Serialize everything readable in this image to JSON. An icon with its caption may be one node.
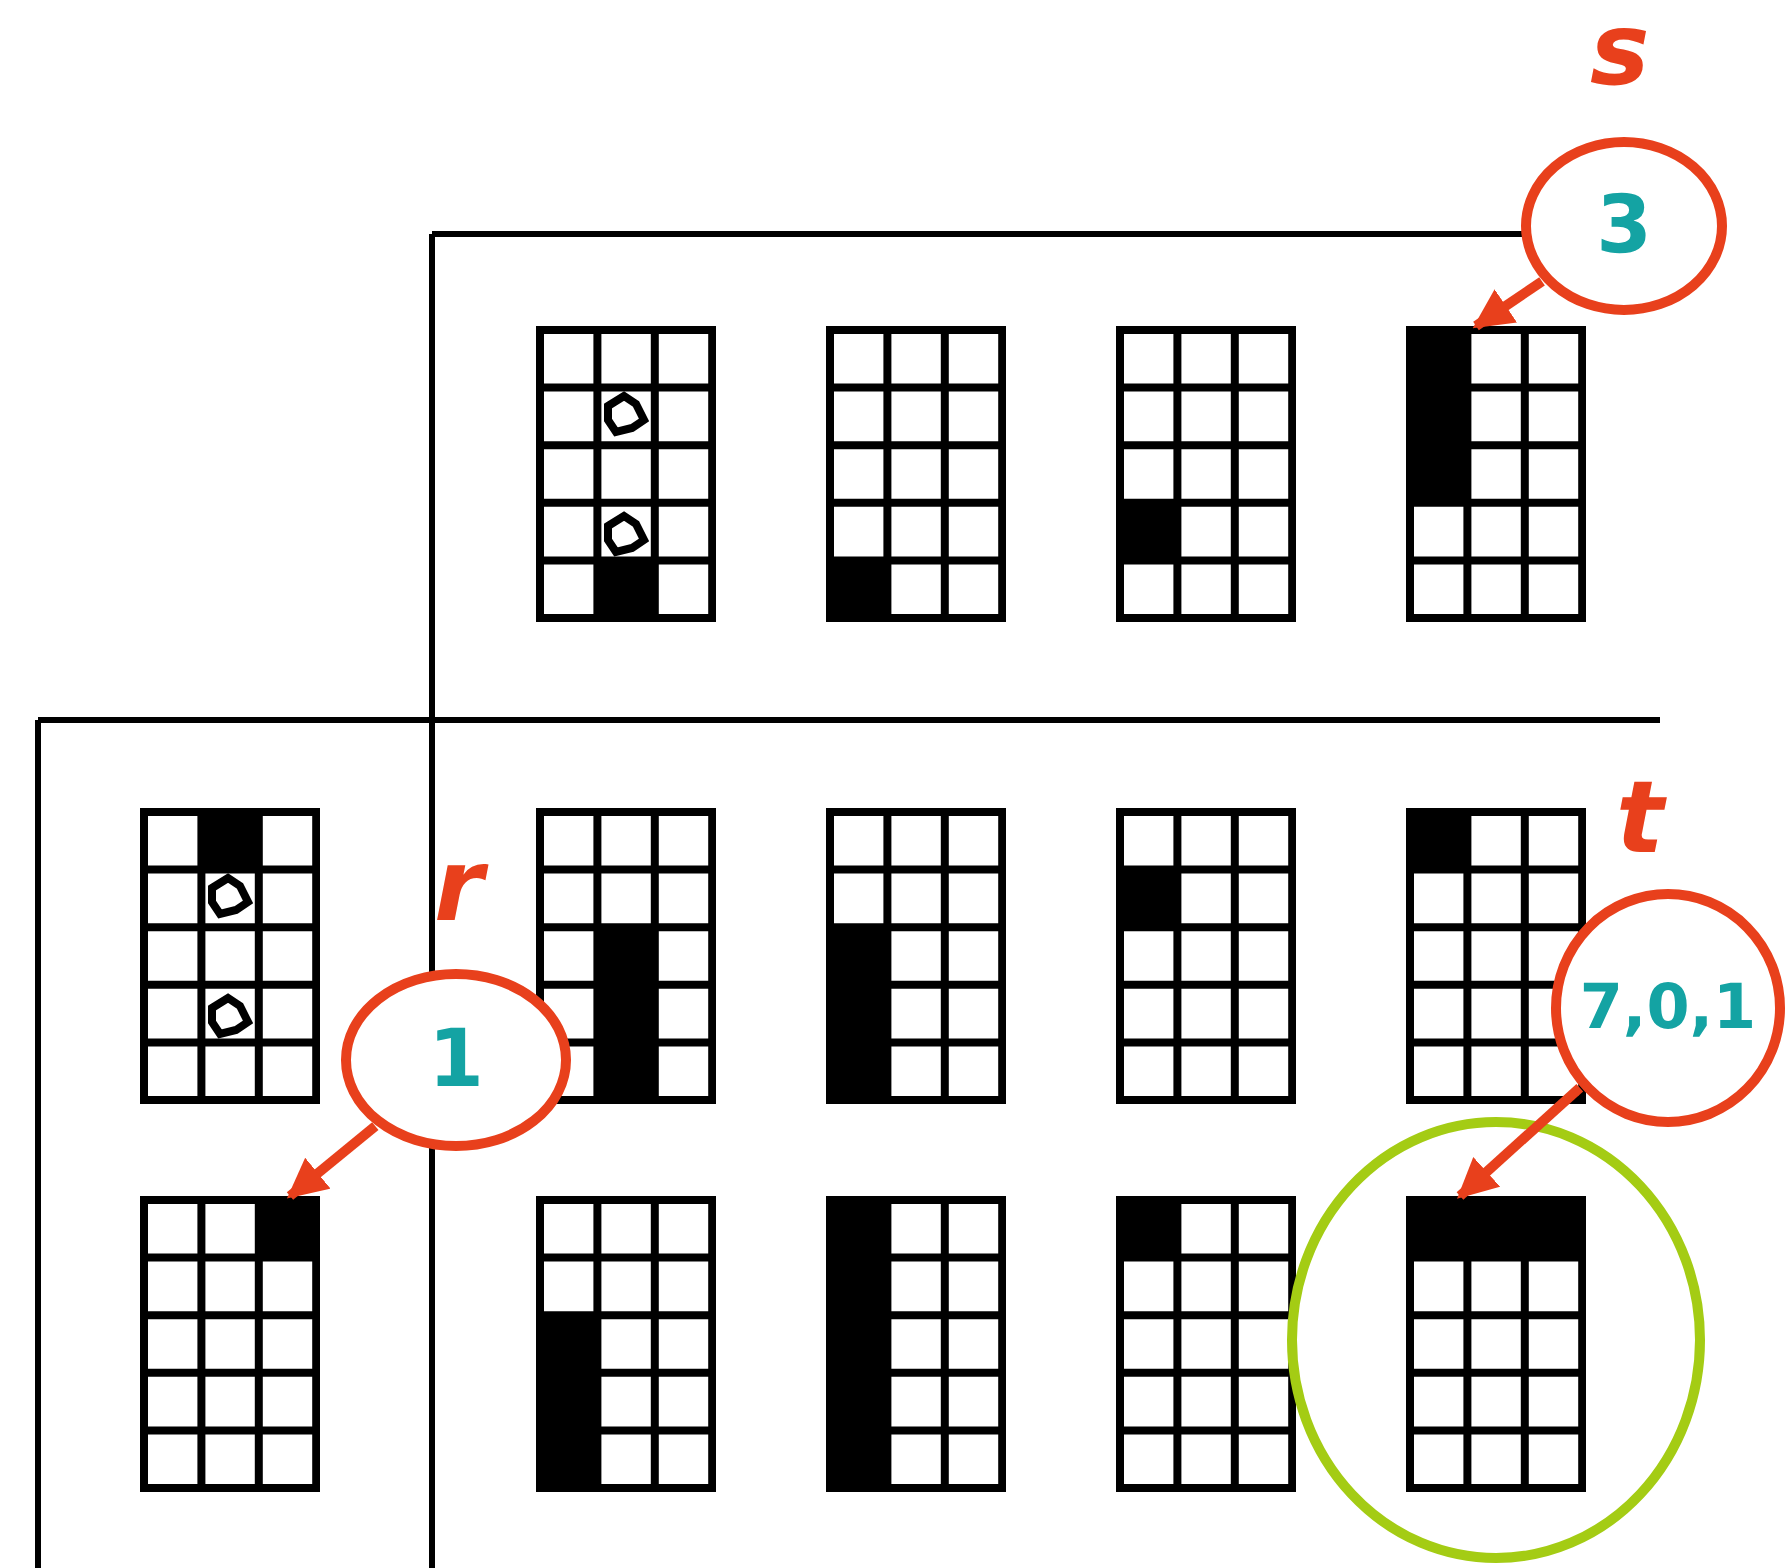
{
  "diagram": {
    "nodes": [
      {
        "text": [
          "3"
        ],
        "beside": [
          "s"
        ]
      },
      {
        "text": [],
        "shape": "box"
      },
      {
        "text": [
          "1"
        ],
        "beside": [
          "r"
        ]
      },
      {
        "text": [],
        "shape": "box"
      },
      {
        "text": [
          "7,0,1"
        ],
        "beside": [
          "t"
        ]
      },
      {
        "text": [],
        "shape": "circle"
      },
      {
        "text": [],
        "shape": "box",
        "in": 5
      }
    ],
    "edges": [
      {
        "from": 0,
        "to": 1,
        "arrow": "to"
      },
      {
        "from": 2,
        "to": 3,
        "arrow": "to"
      },
      {
        "from": 4,
        "to": 6,
        "arrow": "to"
      }
    ]
  }
}
